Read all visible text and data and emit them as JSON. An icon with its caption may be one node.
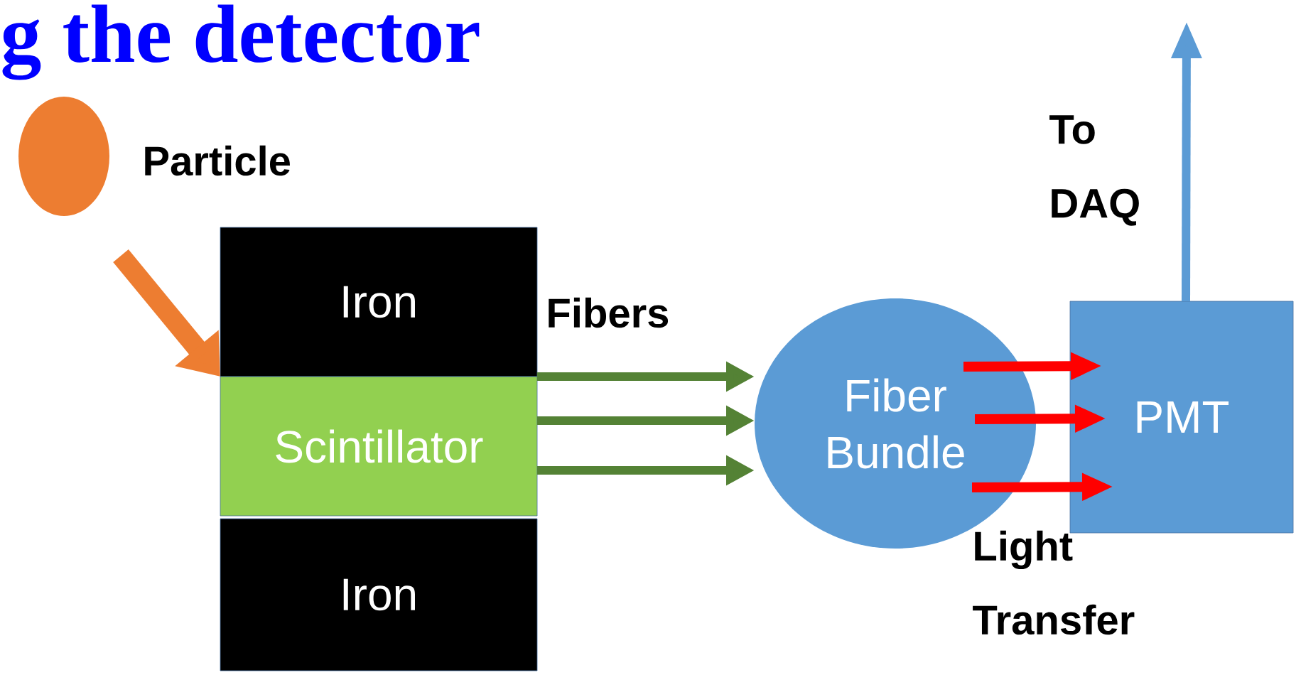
{
  "diagram": {
    "title": "g the detector",
    "nodes": [
      {
        "text": [],
        "shape": "circle",
        "beside": [
          "Particle"
        ]
      },
      {
        "text": [
          "Iron"
        ]
      },
      {
        "text": [
          "Scintillator"
        ]
      },
      {
        "text": [
          "Iron"
        ]
      },
      {
        "text": [
          "Fiber Bundle"
        ]
      },
      {
        "text": [
          "PMT"
        ]
      }
    ],
    "edges": [
      {
        "from": 0,
        "to": 2,
        "arrow": "to",
        "style": "thick",
        "color": "#ed7d31"
      },
      {
        "from": 2,
        "to": 4,
        "arrow": "to",
        "color": "#548235"
      },
      {
        "from": 2,
        "to": 4,
        "arrow": "to",
        "color": "#548235"
      },
      {
        "from": 2,
        "to": 4,
        "arrow": "to",
        "color": "#548235"
      },
      {
        "from": 4,
        "to": 5,
        "arrow": "to",
        "color": "#ff0000"
      },
      {
        "from": 4,
        "to": 5,
        "arrow": "to",
        "color": "#ff0000"
      },
      {
        "from": 4,
        "to": 5,
        "arrow": "to",
        "color": "#ff0000"
      },
      {
        "from": 5,
        "to": null,
        "arrow": "to",
        "color": "#5b9bd5"
      }
    ],
    "labels": [
      "Fibers",
      "To DAQ",
      "Light Transfer"
    ]
  }
}
